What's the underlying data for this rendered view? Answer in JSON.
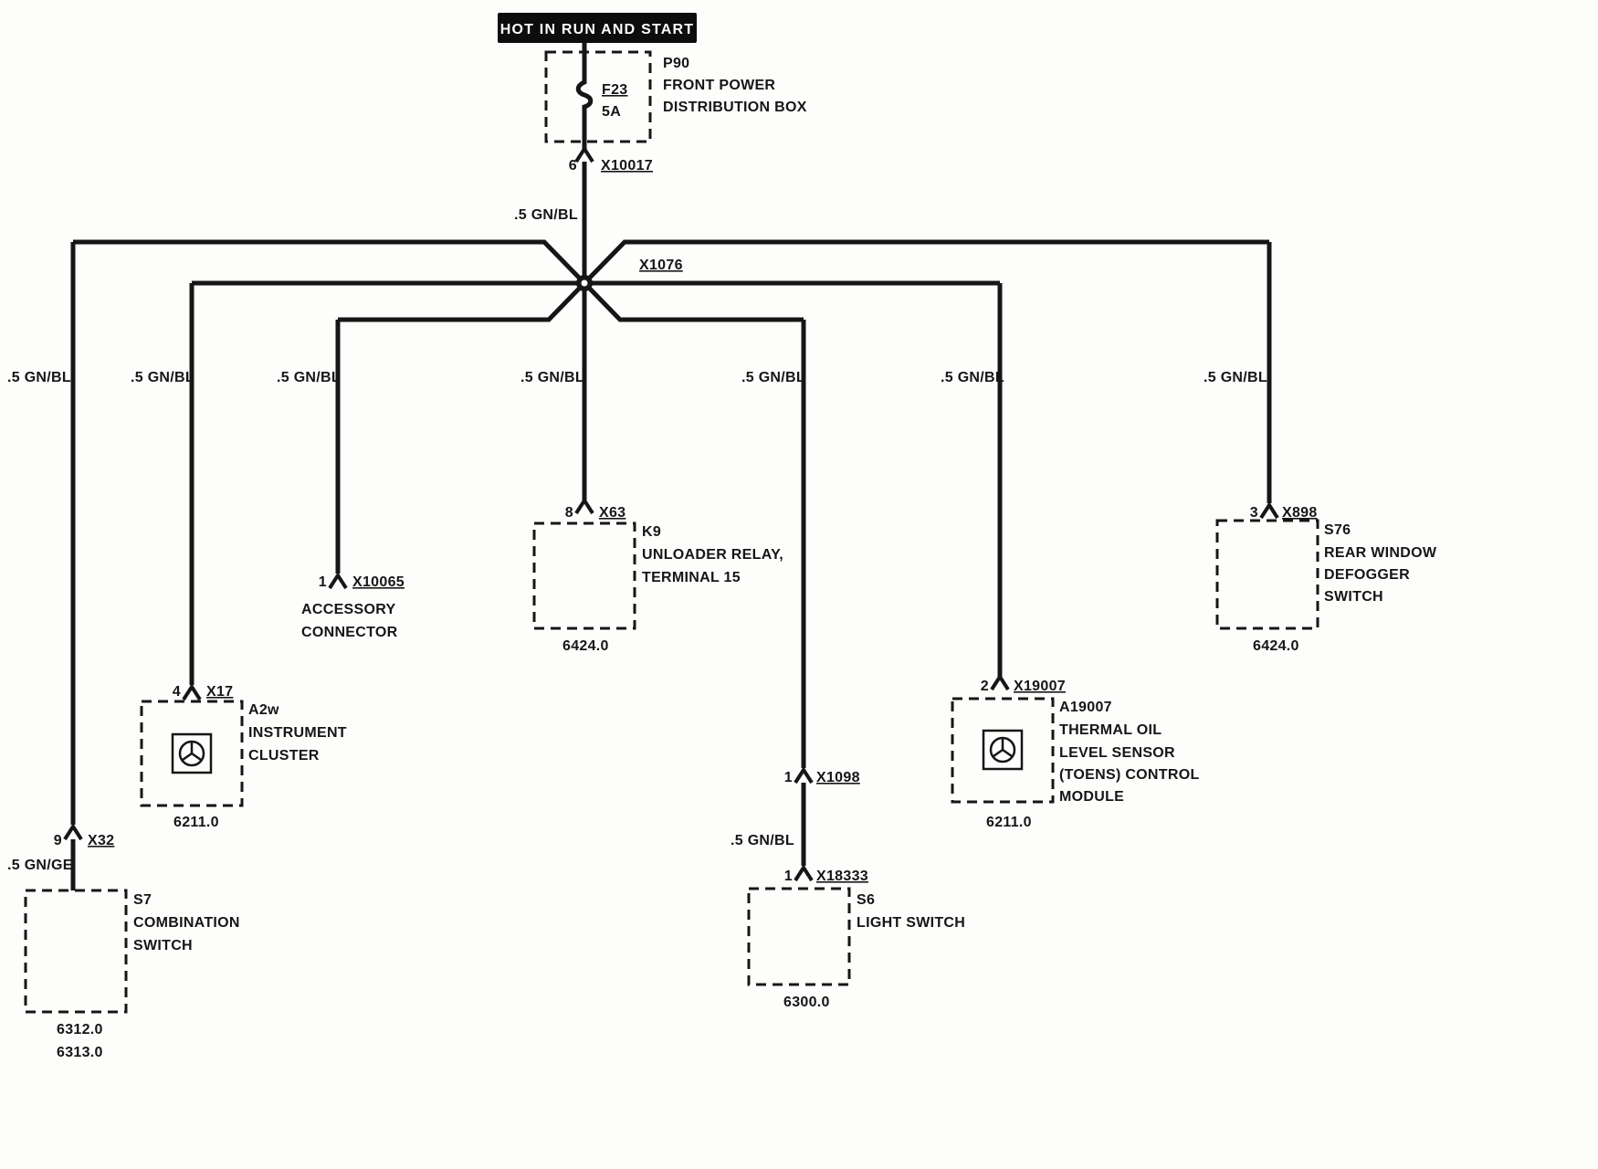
{
  "page": {
    "title": "HOT IN RUN AND START"
  },
  "power": {
    "fuse_id": "F23",
    "fuse_rating": "5A",
    "box_id": "P90",
    "box_name": [
      "FRONT POWER",
      "DISTRIBUTION BOX"
    ],
    "pin": "6",
    "connector": "X10017",
    "wire_label": ".5 GN/BL"
  },
  "splice": {
    "label": "X1076"
  },
  "branches": [
    {
      "id": "combination-switch",
      "wire_label": ".5 GN/BL",
      "pin": "9",
      "connector": "X32",
      "wire_label_2": ".5 GN/GE",
      "component_id": "S7",
      "component_name": [
        "COMBINATION",
        "SWITCH"
      ],
      "refs": [
        "6312.0",
        "6313.0"
      ]
    },
    {
      "id": "instrument-cluster",
      "wire_label": ".5 GN/BL",
      "pin": "4",
      "connector": "X17",
      "component_id": "A2w",
      "component_name": [
        "INSTRUMENT",
        "CLUSTER"
      ],
      "refs": [
        "6211.0"
      ]
    },
    {
      "id": "accessory-connector",
      "wire_label": ".5 GN/BL",
      "pin": "1",
      "connector": "X10065",
      "component_name": [
        "ACCESSORY",
        "CONNECTOR"
      ],
      "refs": []
    },
    {
      "id": "unloader-relay",
      "wire_label": ".5 GN/BL",
      "pin": "8",
      "connector": "X63",
      "component_id": "K9",
      "component_name": [
        "UNLOADER RELAY,",
        "TERMINAL 15"
      ],
      "refs": [
        "6424.0"
      ]
    },
    {
      "id": "light-switch",
      "wire_label": ".5 GN/BL",
      "pin": "1",
      "connector": "X1098",
      "wire_label_2": ".5 GN/BL",
      "pin_2": "1",
      "connector_2": "X18333",
      "component_id": "S6",
      "component_name": [
        "LIGHT SWITCH"
      ],
      "refs": [
        "6300.0"
      ]
    },
    {
      "id": "toens-module",
      "wire_label": ".5 GN/BL",
      "pin": "2",
      "connector": "X19007",
      "component_id": "A19007",
      "component_name": [
        "THERMAL OIL",
        "LEVEL SENSOR",
        "(TOENS) CONTROL",
        "MODULE"
      ],
      "refs": [
        "6211.0"
      ]
    },
    {
      "id": "defogger-switch",
      "wire_label": ".5 GN/BL",
      "pin": "3",
      "connector": "X898",
      "component_id": "S76",
      "component_name": [
        "REAR WINDOW",
        "DEFOGGER",
        "SWITCH"
      ],
      "refs": [
        "6424.0"
      ]
    }
  ]
}
